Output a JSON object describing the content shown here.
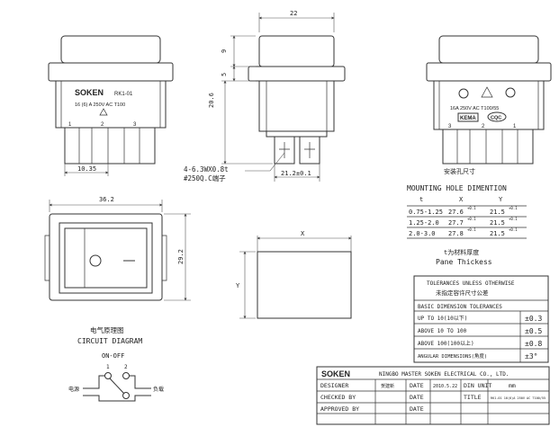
{
  "front_view": {
    "brand": "SOKEN",
    "model": "RK1-01",
    "rating": "16 (6) A  250V  AC  T100",
    "terminals": [
      "1",
      "2",
      "3"
    ],
    "dim_width": "10.35"
  },
  "side_view": {
    "dim_top": "22",
    "dim_9": "9",
    "dim_5": "5",
    "dim_height": "20.6",
    "dim_bottom": "21.2±0.1",
    "terminal_note_1": "4-6.3WX0.8t",
    "terminal_note_2": "#250Q.C端子"
  },
  "back_view": {
    "rating": "16A   250V  AC  T100/55",
    "mark_kema": "KEMA",
    "mark_cqc": "CQC"
  },
  "bottom_view": {
    "dim_width": "36.2",
    "dim_height": "29.2"
  },
  "mounting": {
    "title_cn": "安装孔尺寸",
    "title_en": "MOUNTING HOLE DIMENTION",
    "headers": [
      "t",
      "X",
      "Y"
    ],
    "rows": [
      {
        "t": "0.75-1.25",
        "x": "27.6",
        "xtol": "+0.1",
        "y": "21.5",
        "ytol": "+0.1"
      },
      {
        "t": "1.25-2.0",
        "x": "27.7",
        "xtol": "+0.1",
        "y": "21.5",
        "ytol": "+0.1"
      },
      {
        "t": "2.0-3.0",
        "x": "27.8",
        "xtol": "+0.1",
        "y": "21.5",
        "ytol": "+0.1"
      }
    ],
    "pane_cn": "t为材料厚度",
    "pane_en": "Pane Thickess"
  },
  "cutout": {
    "label_x": "X",
    "label_y": "Y"
  },
  "tolerances": {
    "title_en": "TOLERANCES UNLESS OTHERWISE",
    "title_cn": "未指定容许尺寸公差",
    "basic": "BASIC DIMENSION TOLERANCES",
    "rows": [
      {
        "label": "UP TO 10(10以下)",
        "value": "±0.3"
      },
      {
        "label": "ABOVE 10 TO 100",
        "value": "±0.5"
      },
      {
        "label": "ABOVE 100(100以上)",
        "value": "±0.8"
      },
      {
        "label": "ANGULAR DIMENSIONS(角度)",
        "value": "±3°"
      }
    ]
  },
  "circuit": {
    "title_cn": "电气原理图",
    "title_en": "CIRCUIT DIAGRAM",
    "mode": "ON-OFF",
    "source": "电源",
    "load": "负载",
    "pins": [
      "1",
      "2"
    ]
  },
  "title_block": {
    "brand": "SOKEN",
    "company": "NINGBO MASTER SOKEN ELECTRICAL CO., LTD.",
    "designer_label": "DESIGNER",
    "designer_value": "贺建新",
    "date_label": "DATE",
    "date_value": "2010.5.22",
    "din_unit_label": "DIN UNIT",
    "din_unit_value": "mm",
    "checked_label": "CHECKED BY",
    "title_label": "TITLE",
    "title_value": "RK1-01 16(6)A 250V AC T100/55",
    "approved_label": "APPROVED BY"
  }
}
